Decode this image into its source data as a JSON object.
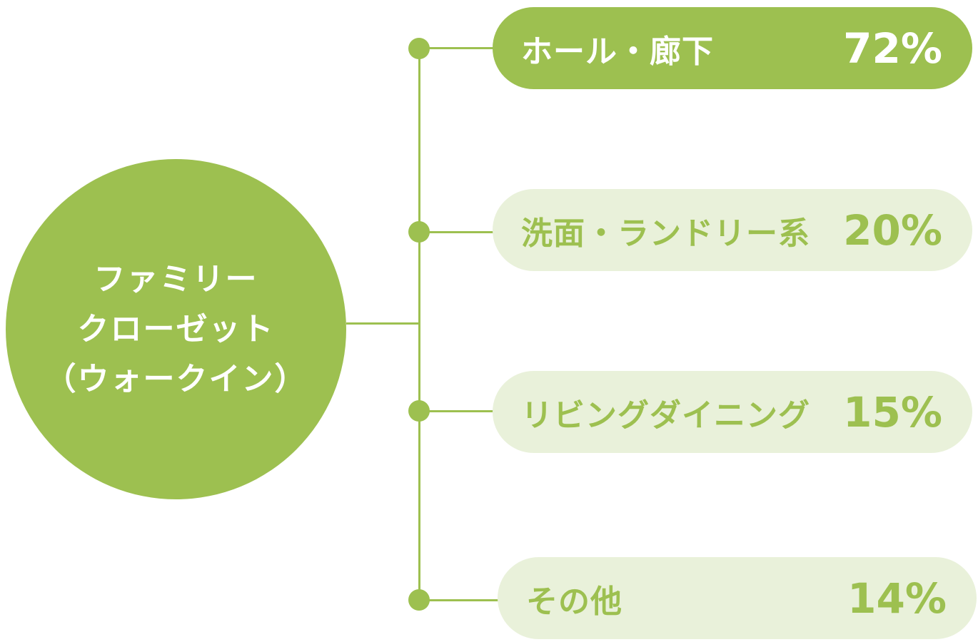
{
  "center": {
    "lines": [
      "ファミリー",
      "クローゼット",
      "（ウォークイン）"
    ]
  },
  "items": [
    {
      "label": "ホール・廊下",
      "percent": "72%"
    },
    {
      "label": "洗面・ランドリー系",
      "percent": "20%"
    },
    {
      "label": "リビングダイニング",
      "percent": "15%"
    },
    {
      "label": "その他",
      "percent": "14%"
    }
  ],
  "colors": {
    "accent": "#9dc050",
    "light": "#e9f1da"
  }
}
